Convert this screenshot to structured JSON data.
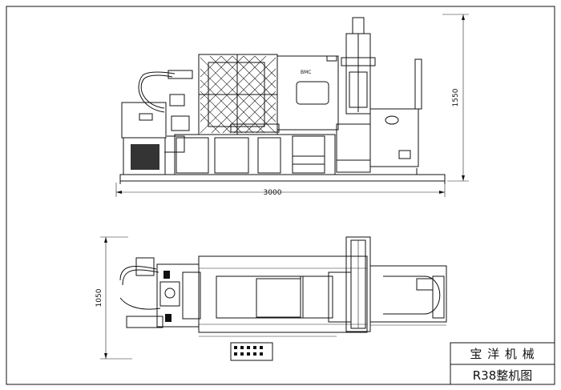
{
  "drawing": {
    "dimensions": {
      "overall_length": "3000",
      "height": "1550",
      "width_top_view": "1050"
    },
    "title_block": {
      "company": "宝 洋 机 械",
      "drawing_title": "R38整机图"
    }
  }
}
